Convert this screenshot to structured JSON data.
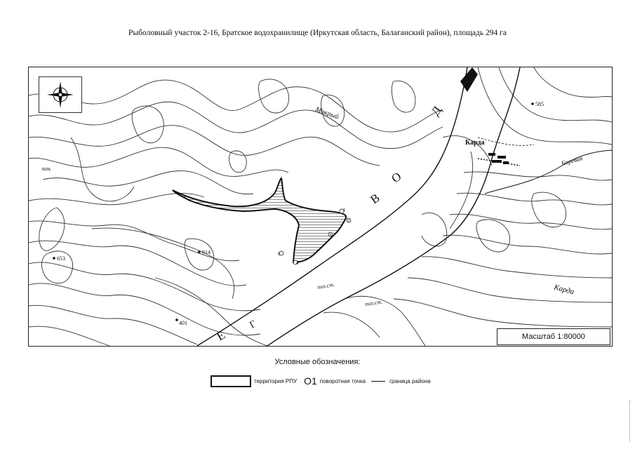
{
  "title": "Рыболовный участок 2-16, Братское водохранилище (Иркутская область, Балаганский район), площадь 294 га",
  "map": {
    "labels": {
      "mokryi": "Мокрый",
      "karda_village": "Карда",
      "karda_river": "Карда",
      "borovaya": "Боревая",
      "zim": "зим.",
      "pol_st_1": "пол.ст.",
      "pol_st_2": "пол.ст.",
      "elev_585": "585",
      "elev_653": "653",
      "elev_614": "614",
      "elev_401": "401",
      "water_v": "В",
      "water_o": "О",
      "water_d": "Д",
      "water_e": "Е",
      "water_g": "Г"
    },
    "points": [
      "1",
      "2",
      "3",
      "4",
      "5"
    ],
    "scale": "Масштаб 1:80000"
  },
  "legend": {
    "title": "Условные обозначения:",
    "territory": "территория РПУ",
    "turn_symbol": "О1",
    "turn_label": "поворотная точка",
    "border_label": "граница района"
  }
}
